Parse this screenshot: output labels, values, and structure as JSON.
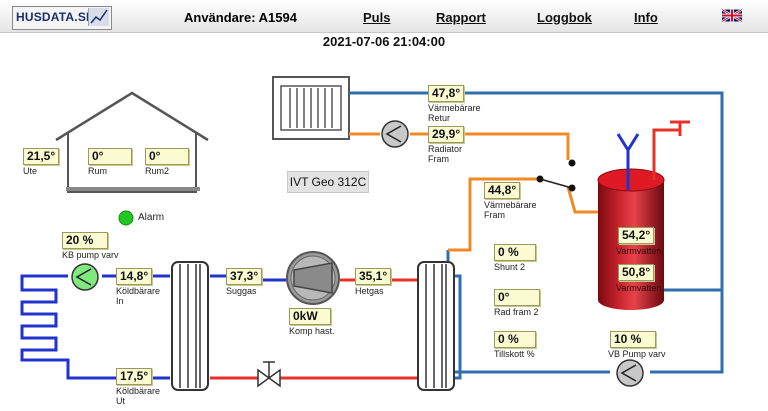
{
  "header": {
    "logo_text": "HUSDATA.SE",
    "user_label": "Användare: A1594",
    "nav": [
      {
        "label": "Puls"
      },
      {
        "label": "Rapport"
      },
      {
        "label": "Loggbok"
      },
      {
        "label": "Info"
      }
    ],
    "language_icon": "uk-flag-icon"
  },
  "timestamp": "2021-07-06 21:04:00",
  "model": "IVT Geo 312C",
  "alarm": {
    "label": "Alarm",
    "color": "#22c822"
  },
  "colors": {
    "hot": "#e8302a",
    "cold": "#2233cc",
    "warm": "#f08a24",
    "return": "#2f6fae",
    "tank": "#c41e2a"
  },
  "readings": {
    "ute": {
      "value": "21,5°",
      "label": "Ute"
    },
    "rum": {
      "value": "0°",
      "label": "Rum"
    },
    "rum2": {
      "value": "0°",
      "label": "Rum2"
    },
    "kb_pump": {
      "value": "20 %",
      "label": "KB pump varv"
    },
    "koldbarare_in": {
      "value": "14,8°",
      "label": "Köldbärare In"
    },
    "koldbarare_ut": {
      "value": "17,5°",
      "label": "Köldbärare Ut"
    },
    "suggas": {
      "value": "37,3°",
      "label": "Suggas"
    },
    "komp_hast": {
      "value": "0kW",
      "label": "Komp hast."
    },
    "hetgas": {
      "value": "35,1°",
      "label": "Hetgas"
    },
    "varmebarare_retur": {
      "value": "47,8°",
      "label": "Värmebärare Retur"
    },
    "radiator_fram": {
      "value": "29,9°",
      "label": "Radiator Fram"
    },
    "varmebarare_fram": {
      "value": "44,8°",
      "label": "Värmebärare Fram"
    },
    "shunt2": {
      "value": "0 %",
      "label": "Shunt 2"
    },
    "rad_fram2": {
      "value": "0°",
      "label": "Rad fram 2"
    },
    "tillskott": {
      "value": "0 %",
      "label": "Tillskott %"
    },
    "varmvatten1": {
      "value": "54,2°",
      "label": "Varmvatten"
    },
    "varmvatten2": {
      "value": "50,8°",
      "label": "Varmvatten"
    },
    "vb_pump": {
      "value": "10 %",
      "label": "VB Pump varv"
    }
  }
}
